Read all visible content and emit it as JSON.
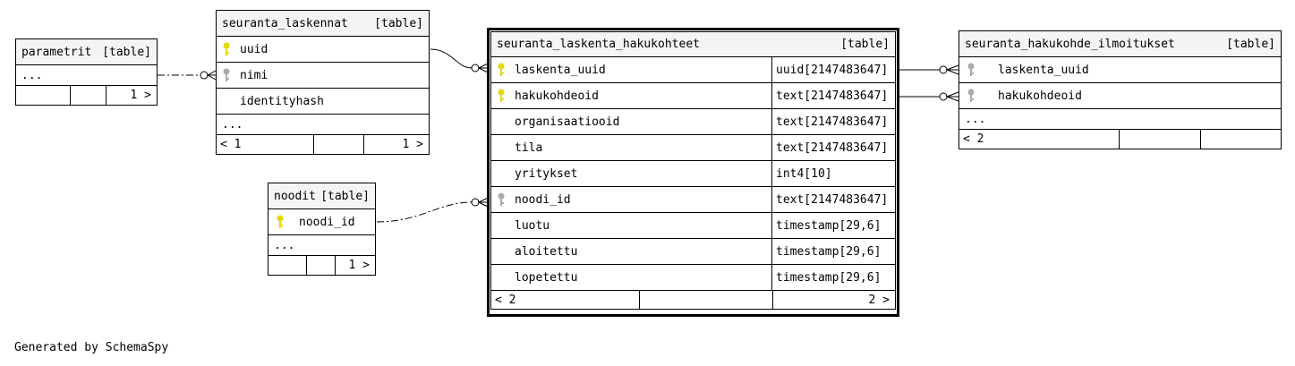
{
  "tables": {
    "parametrit": {
      "name": "parametrit",
      "kind": "[table]",
      "more": "...",
      "nav_right": "1 >"
    },
    "seuranta_laskennat": {
      "name": "seuranta_laskennat",
      "kind": "[table]",
      "columns": [
        {
          "name": "uuid",
          "key": "primary"
        },
        {
          "name": "nimi",
          "key": "foreign"
        },
        {
          "name": "identityhash",
          "key": ""
        }
      ],
      "more": "...",
      "nav_left": "< 1",
      "nav_right": "1 >"
    },
    "noodit": {
      "name": "noodit",
      "kind": "[table]",
      "columns": [
        {
          "name": "noodi_id",
          "key": "primary"
        }
      ],
      "more": "...",
      "nav_right": "1 >"
    },
    "seuranta_laskenta_hakukohteet": {
      "name": "seuranta_laskenta_hakukohteet",
      "kind": "[table]",
      "columns": [
        {
          "name": "laskenta_uuid",
          "type": "uuid[2147483647]",
          "key": "primary"
        },
        {
          "name": "hakukohdeoid",
          "type": "text[2147483647]",
          "key": "primary"
        },
        {
          "name": "organisaatiooid",
          "type": "text[2147483647]",
          "key": ""
        },
        {
          "name": "tila",
          "type": "text[2147483647]",
          "key": ""
        },
        {
          "name": "yritykset",
          "type": "int4[10]",
          "key": ""
        },
        {
          "name": "noodi_id",
          "type": "text[2147483647]",
          "key": "foreign"
        },
        {
          "name": "luotu",
          "type": "timestamp[29,6]",
          "key": ""
        },
        {
          "name": "aloitettu",
          "type": "timestamp[29,6]",
          "key": ""
        },
        {
          "name": "lopetettu",
          "type": "timestamp[29,6]",
          "key": ""
        }
      ],
      "nav_left": "< 2",
      "nav_right": "2 >"
    },
    "seuranta_hakukohde_ilmoitukset": {
      "name": "seuranta_hakukohde_ilmoitukset",
      "kind": "[table]",
      "columns": [
        {
          "name": "laskenta_uuid",
          "key": "foreign"
        },
        {
          "name": "hakukohdeoid",
          "key": "foreign"
        }
      ],
      "more": "...",
      "nav_left": "< 2"
    }
  },
  "colors": {
    "primary_key": "#e6d800",
    "foreign_key": "#aaaaaa",
    "header_bg": "#f4f4f4"
  },
  "footer": "Generated by SchemaSpy"
}
